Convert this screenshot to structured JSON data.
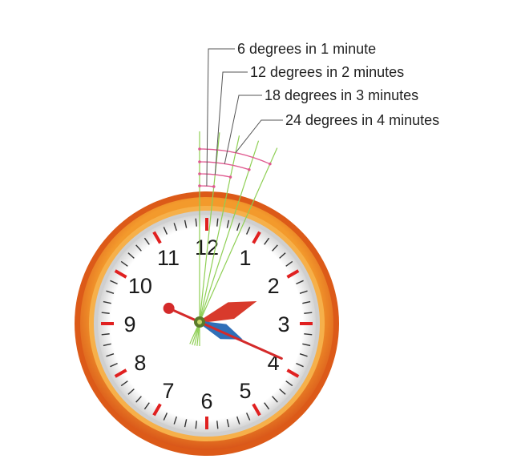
{
  "annotations": [
    {
      "minutes": 1,
      "degrees": 6,
      "label": "6 degrees in 1 minute"
    },
    {
      "minutes": 2,
      "degrees": 12,
      "label": "12 degrees in 2 minutes"
    },
    {
      "minutes": 3,
      "degrees": 18,
      "label": "18 degrees in 3 minutes"
    },
    {
      "minutes": 4,
      "degrees": 24,
      "label": "24 degrees in 4 minutes"
    }
  ],
  "clock": {
    "numerals": [
      "12",
      "1",
      "2",
      "3",
      "4",
      "5",
      "6",
      "7",
      "8",
      "9",
      "10",
      "11"
    ],
    "time": {
      "hour": 2,
      "minute": 20
    },
    "colors": {
      "rim_outer": "#e0621c",
      "rim_inner": "#f7a53a",
      "face": "#ffffff",
      "tick_major": "#e02020",
      "tick_minor": "#333333",
      "hour_hand": "#d83a2c",
      "minute_hand": "#2f6fb8",
      "second_hand": "#d42a2a",
      "angle_rays": "#8fcf55",
      "arc_marks": "#e05a90",
      "leaders": "#555555"
    }
  }
}
